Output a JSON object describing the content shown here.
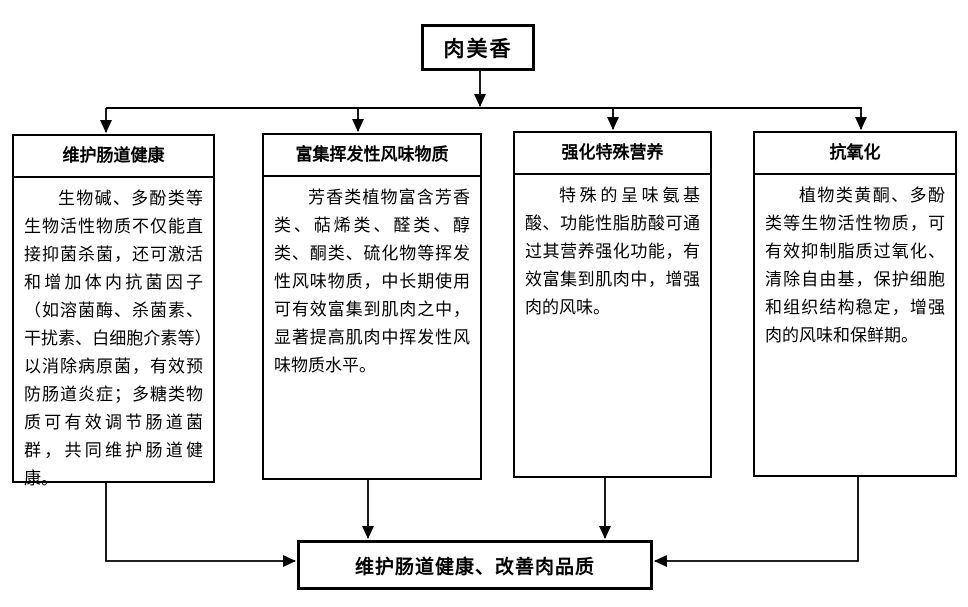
{
  "root": {
    "label": "肉美香"
  },
  "branches": [
    {
      "title": "维护肠道健康",
      "body": "生物碱、多酚类等生物活性物质不仅能直接抑菌杀菌，还可激活和增加体内抗菌因子（如溶菌酶、杀菌素、干扰素、白细胞介素等）以消除病原菌，有效预防肠道炎症；多糖类物质可有效调节肠道菌群，共同维护肠道健康。"
    },
    {
      "title": "富集挥发性风味物质",
      "body": "芳香类植物富含芳香类、萜烯类、醛类、醇类、酮类、硫化物等挥发性风味物质，中长期使用可有效富集到肌肉之中，显著提高肌肉中挥发性风味物质水平。"
    },
    {
      "title": "强化特殊营养",
      "body": "特殊的呈味氨基酸、功能性脂肪酸可通过其营养强化功能，有效富集到肌肉中，增强肉的风味。"
    },
    {
      "title": "抗氧化",
      "body": "植物类黄酮、多酚类等生物活性物质，可有效抑制脂质过氧化、清除自由基，保护细胞和组织结构稳定，增强肉的风味和保鲜期。"
    }
  ],
  "outcome": {
    "label": "维护肠道健康、改善肉品质"
  },
  "colors": {
    "line": "#000000",
    "background": "#ffffff",
    "text": "#000000"
  }
}
